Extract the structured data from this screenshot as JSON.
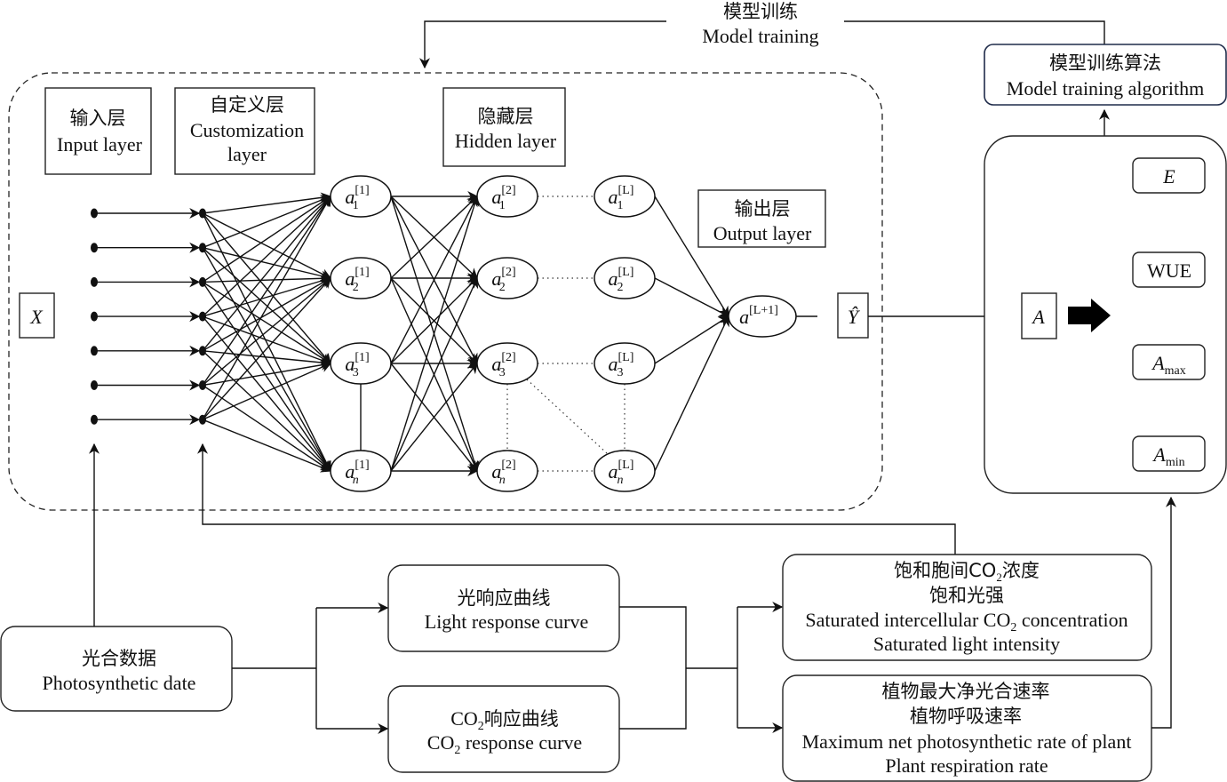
{
  "top_label": {
    "cn": "模型训练",
    "en": "Model training"
  },
  "algorithm_box": {
    "cn": "模型训练算法",
    "en": "Model training algorithm"
  },
  "layers": {
    "input": {
      "cn": "输入层",
      "en": "Input layer"
    },
    "custom": {
      "cn": "自定义层",
      "en1": "Customization",
      "en2": "layer"
    },
    "hidden": {
      "cn": "隐藏层",
      "en": "Hidden layer"
    },
    "output": {
      "cn": "输出层",
      "en": "Output layer"
    }
  },
  "input_symbol": "X",
  "output_symbol": "Ŷ",
  "input_node_count": 7,
  "custom_node_count": 7,
  "neurons": {
    "layer1": [
      {
        "base": "a",
        "sub": "1",
        "sup": "[1]"
      },
      {
        "base": "a",
        "sub": "2",
        "sup": "[1]"
      },
      {
        "base": "a",
        "sub": "3",
        "sup": "[1]"
      },
      {
        "base": "a",
        "sub": "n",
        "sup": "[1]"
      }
    ],
    "layer2": [
      {
        "base": "a",
        "sub": "1",
        "sup": "[2]"
      },
      {
        "base": "a",
        "sub": "2",
        "sup": "[2]"
      },
      {
        "base": "a",
        "sub": "3",
        "sup": "[2]"
      },
      {
        "base": "a",
        "sub": "n",
        "sup": "[2]"
      }
    ],
    "layerL": [
      {
        "base": "a",
        "sub": "1",
        "sup": "[L]"
      },
      {
        "base": "a",
        "sub": "2",
        "sup": "[L]"
      },
      {
        "base": "a",
        "sub": "3",
        "sup": "[L]"
      },
      {
        "base": "a",
        "sub": "n",
        "sup": "[L]"
      }
    ],
    "output": {
      "base": "a",
      "sup": "[L+1]"
    }
  },
  "result_panel": {
    "target": "A",
    "outputs": [
      {
        "base": "E",
        "sub": "",
        "italic": true
      },
      {
        "base": "WUE",
        "sub": "",
        "italic": false
      },
      {
        "base": "A",
        "sub": "max",
        "italic": true
      },
      {
        "base": "A",
        "sub": "min",
        "italic": true
      }
    ]
  },
  "source_box": {
    "cn": "光合数据",
    "en": "Photosynthetic date"
  },
  "curves": {
    "light": {
      "cn": "光响应曲线",
      "en": "Light response curve"
    },
    "co2": {
      "cn_pre": "CO",
      "cn_sub": "2",
      "cn_post": "响应曲线",
      "en_pre": "CO",
      "en_sub": "2",
      "en_post": " response curve"
    }
  },
  "params": {
    "saturation": {
      "cn1_pre": "饱和胞间CO",
      "cn1_sub": "2",
      "cn1_post": "浓度",
      "cn2": "饱和光强",
      "en1_pre": "Saturated intercellular CO",
      "en1_sub": "2",
      "en1_post": " concentration",
      "en2": "Saturated light intensity"
    },
    "rates": {
      "cn1": "植物最大净光合速率",
      "cn2": "植物呼吸速率",
      "en1": "Maximum net photosynthetic rate of plant",
      "en2": "Plant respiration rate"
    }
  }
}
